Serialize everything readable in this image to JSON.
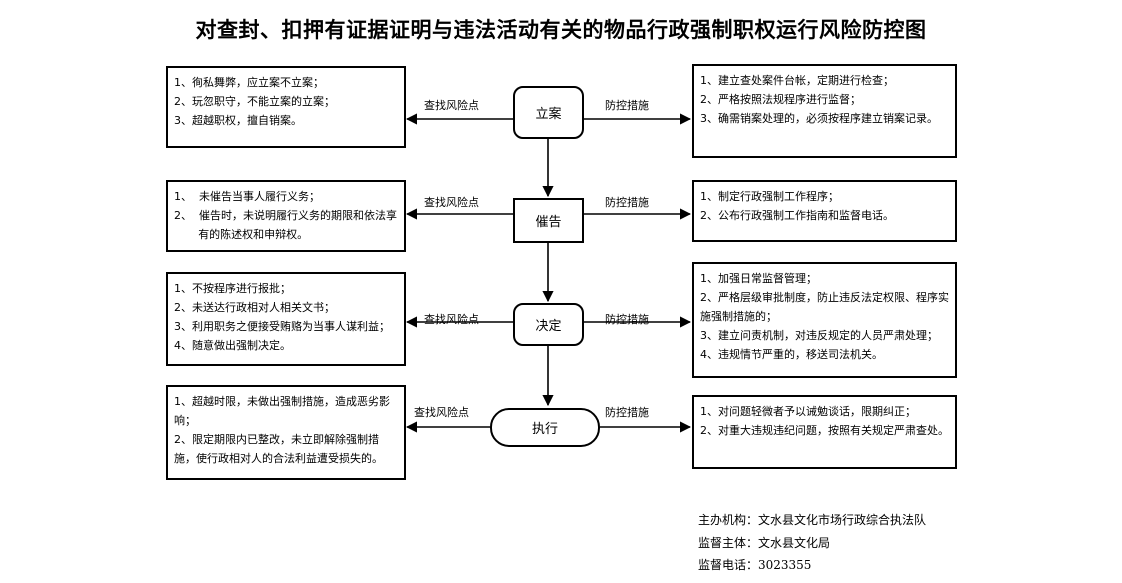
{
  "title": "对查封、扣押有证据证明与违法活动有关的物品行政强制职权运行风险防控图",
  "label_left": "查找风险点",
  "label_right": "防控措施",
  "steps": [
    {
      "name": "立案",
      "risks": [
        "1、徇私舞弊，应立案不立案；",
        "2、玩忽职守，不能立案的立案；",
        "3、超越职权，擅自销案。"
      ],
      "measures": [
        "1、建立查处案件台帐，定期进行检查；",
        "2、严格按照法规程序进行监督；",
        "3、确需销案处理的，必须按程序建立销案记录。"
      ]
    },
    {
      "name": "催告",
      "risks": [
        "1、  未催告当事人履行义务；",
        "2、  催告时，未说明履行义务的期限和依法享有的陈述权和申辩权。"
      ],
      "measures": [
        "1、制定行政强制工作程序；",
        "2、公布行政强制工作指南和监督电话。"
      ]
    },
    {
      "name": "决定",
      "risks": [
        "1、不按程序进行报批；",
        "2、未送达行政相对人相关文书；",
        "3、利用职务之便接受贿赂为当事人谋利益；",
        "4、随意做出强制决定。"
      ],
      "measures": [
        "1、加强日常监督管理；",
        "2、严格层级审批制度，防止违反法定权限、程序实施强制措施的；",
        "3、建立问责机制，对违反规定的人员严肃处理；",
        "4、违规情节严重的，移送司法机关。"
      ]
    },
    {
      "name": "执行",
      "risks": [
        "1、超越时限，未做出强制措施，造成恶劣影响；",
        "2、限定期限内已整改，未立即解除强制措施，使行政相对人的合法利益遭受损失的。"
      ],
      "measures": [
        "1、对问题轻微者予以诫勉谈话，限期纠正；",
        "2、对重大违规违纪问题，按照有关规定严肃查处。"
      ]
    }
  ],
  "footer": [
    "主办机构：文水县文化市场行政综合执法队",
    "监督主体：文水县文化局",
    "监督电话：3023355"
  ]
}
